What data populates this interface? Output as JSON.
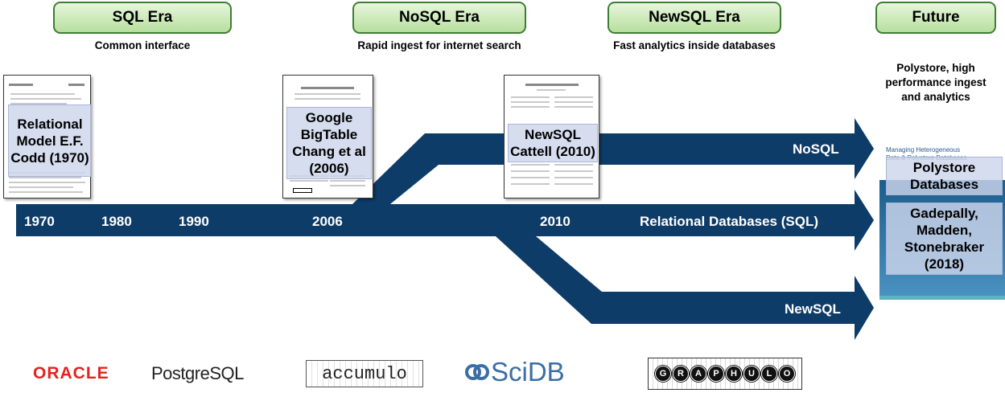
{
  "eras": [
    {
      "title": "SQL Era",
      "subtitle": "Common interface"
    },
    {
      "title": "NoSQL Era",
      "subtitle": "Rapid ingest for internet search"
    },
    {
      "title": "NewSQL Era",
      "subtitle": "Fast analytics inside databases"
    },
    {
      "title": "Future",
      "subtitle": "Polystore, high performance ingest and analytics"
    }
  ],
  "timeline": {
    "years": [
      "1970",
      "1980",
      "1990",
      "2006",
      "2010"
    ],
    "labels": {
      "nosql": "NoSQL",
      "relational": "Relational Databases (SQL)",
      "newsql": "NewSQL"
    },
    "colors": {
      "arrow": "#0e3c68",
      "era_border": "#3e7d34"
    }
  },
  "papers": [
    {
      "label": "Relational Model E.F. Codd (1970)"
    },
    {
      "label": "Google BigTable Chang et al (2006)"
    },
    {
      "label": "NewSQL Cattell (2010)"
    }
  ],
  "book": {
    "cover_title_1": "Managing Heterogeneous",
    "cover_title_2": "Data & Polystore Databases",
    "label_title": "Polystore Databases",
    "label_authors": "Gadepally, Madden, Stonebraker (2018)"
  },
  "logos": {
    "oracle": "ORACLE",
    "postgres": "PostgreSQL",
    "accumulo": "accumulo",
    "scidb": "SciDB",
    "graphulo": [
      "G",
      "R",
      "A",
      "P",
      "H",
      "U",
      "L",
      "O"
    ]
  }
}
